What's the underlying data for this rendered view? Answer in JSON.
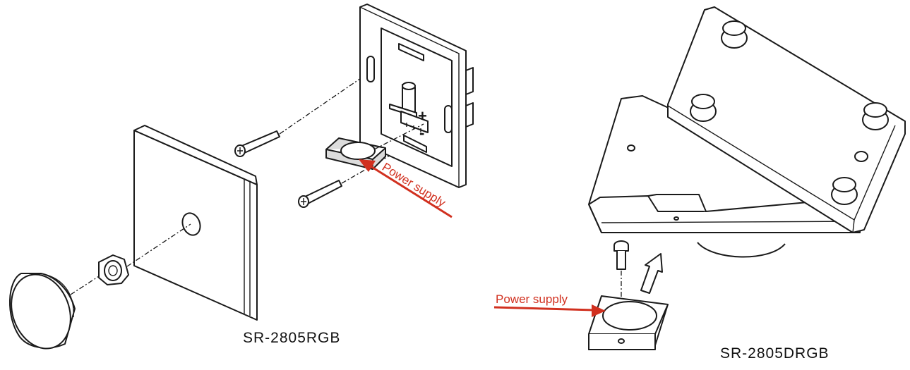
{
  "left_assembly": {
    "model_label": "SR-2805RGB",
    "callout": "Power supply",
    "polarity_plus": "+",
    "polarity_minus": "-"
  },
  "right_assembly": {
    "model_label": "SR-2805DRGB",
    "callout": "Power supply"
  },
  "colors": {
    "callout": "#d1301f",
    "line": "#1a1a1a"
  }
}
